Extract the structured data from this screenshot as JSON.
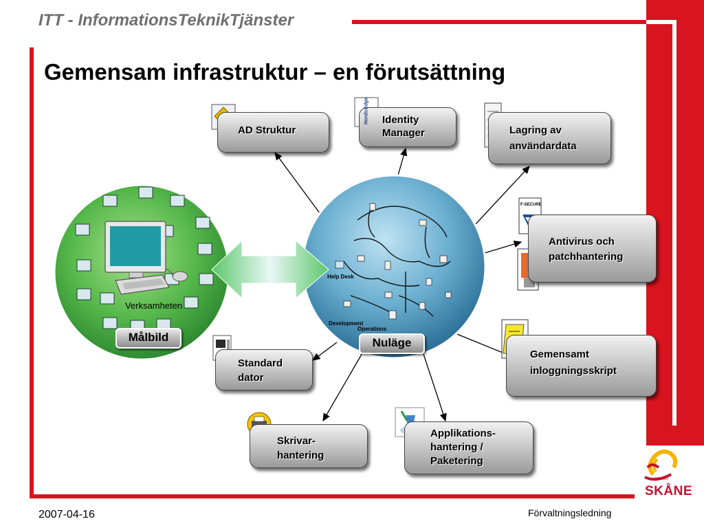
{
  "header": {
    "title": "ITT - InformationsTeknikTjänster"
  },
  "slide": {
    "title": "Gemensam infrastruktur – en förutsättning"
  },
  "left_circle": {
    "caption": "Verksamheten",
    "badge": "Målbild"
  },
  "right_circle": {
    "badge": "Nuläge",
    "labels": {
      "help_desk": "Help Desk",
      "development": "Development",
      "operations": "Operations"
    }
  },
  "nodes": {
    "ad": "AD Struktur",
    "identity_line1": "Identity",
    "identity_line2": "Manager",
    "identity_logo": "NordicEdge",
    "lagring_line1": "Lagring av",
    "lagring_line2": "användardata",
    "antivirus_line1": "Antivirus och",
    "antivirus_line2": "patchhantering",
    "antivirus_logo": "F-SECURE",
    "inlogg_line1": "Gemensamt",
    "inlogg_line2": "inloggningsskript",
    "dator_line1": "Standard",
    "dator_line2": "dator",
    "skrivar_line1": "Skrivar-",
    "skrivar_line2": "hantering",
    "app_line1": "Applikations-",
    "app_line2": "hantering /",
    "app_line3": "Paketering"
  },
  "footer": {
    "date": "2007-04-16",
    "org": "Förvaltningsledning"
  },
  "logo": {
    "name": "SKÅNE",
    "region": "REGION"
  },
  "colors": {
    "accent_red": "#d8141e",
    "left_circle": "#5cb85c",
    "right_circle": "#4b8fb8"
  }
}
